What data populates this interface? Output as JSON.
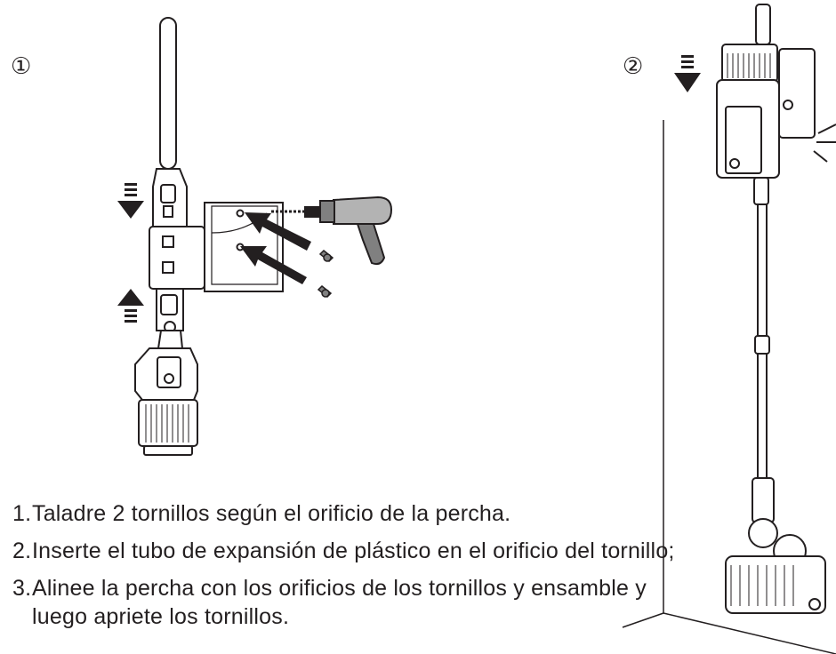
{
  "steps": {
    "step1_marker": "①",
    "step2_marker": "②"
  },
  "instructions": [
    {
      "num": "1.",
      "text": "Taladre 2 tornillos según el orificio de la percha."
    },
    {
      "num": "2.",
      "text": "Inserte el tubo de expansión de plástico en el orificio del tornillo;"
    },
    {
      "num": "3.",
      "text": "Alinee la percha con los orificios de los tornillos y ensamble y luego apriete los tornillos."
    }
  ],
  "colors": {
    "line": "#231f20",
    "drill_body": "#b3b3b3",
    "drill_grip": "#808080"
  }
}
